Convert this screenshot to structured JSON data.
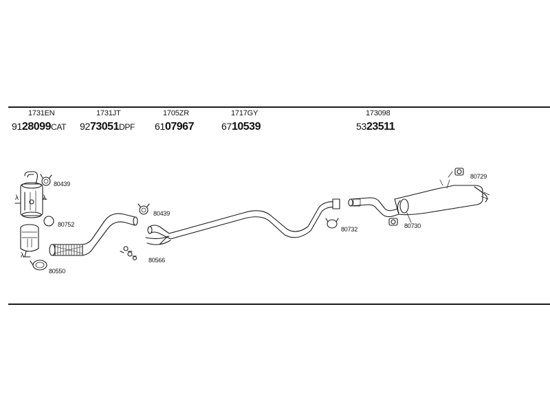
{
  "header_parts": [
    {
      "ref": "1731EN",
      "prefix": "91",
      "main": "28099",
      "suffix": "CAT"
    },
    {
      "ref": "1731JT",
      "prefix": "92",
      "main": "73051",
      "suffix": "DPF"
    },
    {
      "ref": "1705ZR",
      "prefix": "61",
      "main": "07967",
      "suffix": ""
    },
    {
      "ref": "1717GY",
      "prefix": "67",
      "main": "10539",
      "suffix": ""
    },
    {
      "ref": "173098",
      "prefix": "53",
      "main": "23511",
      "suffix": ""
    }
  ],
  "callouts": {
    "c80439a": "80439",
    "c80752": "80752",
    "c80550": "80550",
    "c80439b": "80439",
    "c80566": "80566",
    "c80732": "80732",
    "c80729": "80729",
    "c80730": "80730"
  },
  "lambda_symbols": {
    "l1": "λ",
    "l2": "λ",
    "l3": "λ"
  }
}
